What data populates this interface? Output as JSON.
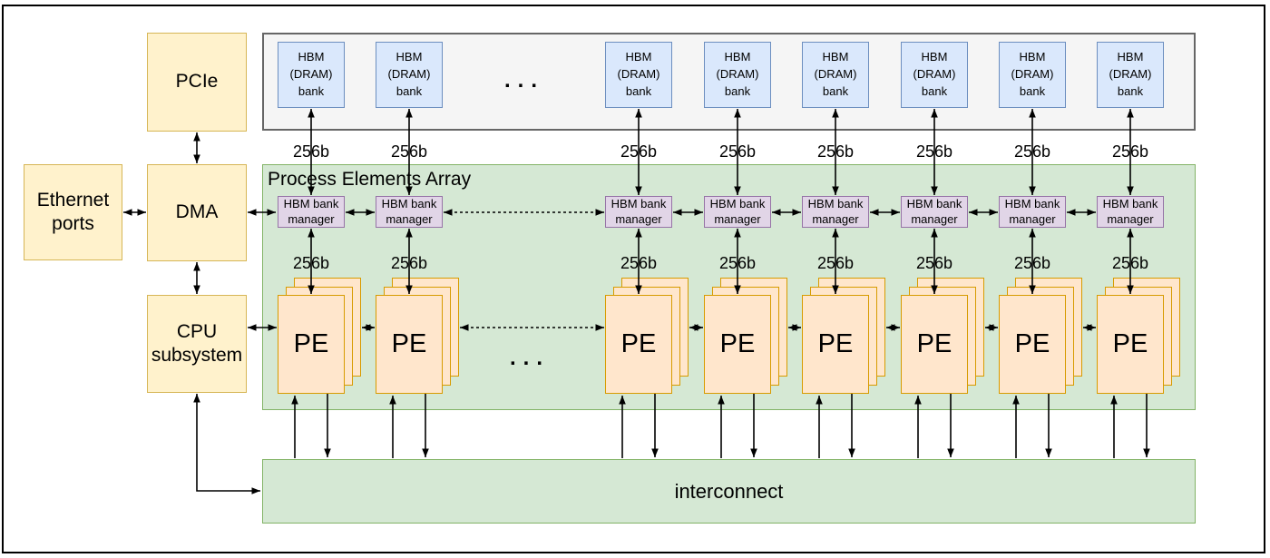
{
  "left_blocks": {
    "pcie": {
      "label": "PCIe"
    },
    "ethernet": {
      "label": "Ethernet\nports"
    },
    "dma": {
      "label": "DMA"
    },
    "cpu": {
      "label": "CPU\nsubsystem"
    }
  },
  "memory_row": {
    "bank_label": "HBM\n(DRAM)\nbank",
    "bank_count": 8,
    "ellipsis": "..."
  },
  "bus": {
    "width_label": "256b",
    "label_count": 16
  },
  "pe_array": {
    "title": "Process Elements Array",
    "manager_label": "HBM bank\nmanager",
    "manager_count": 8,
    "pe_label": "PE",
    "pe_stack_count": 8,
    "pe_stack_layers": 3,
    "ellipsis": "..."
  },
  "interconnect": {
    "label": "interconnect"
  },
  "colors": {
    "yellow_fill": "#FFF2CC",
    "yellow_stroke": "#D6B656",
    "blue_fill": "#DAE8FC",
    "blue_stroke": "#6C8EBF",
    "purple_fill": "#E1D5E7",
    "purple_stroke": "#9673A6",
    "orange_fill": "#FFE6CC",
    "orange_stroke": "#D79B00",
    "green_fill": "#D5E8D4",
    "green_stroke": "#82B366",
    "gray_fill": "#F5F5F5",
    "gray_stroke": "#666666",
    "arrow": "#000000"
  }
}
